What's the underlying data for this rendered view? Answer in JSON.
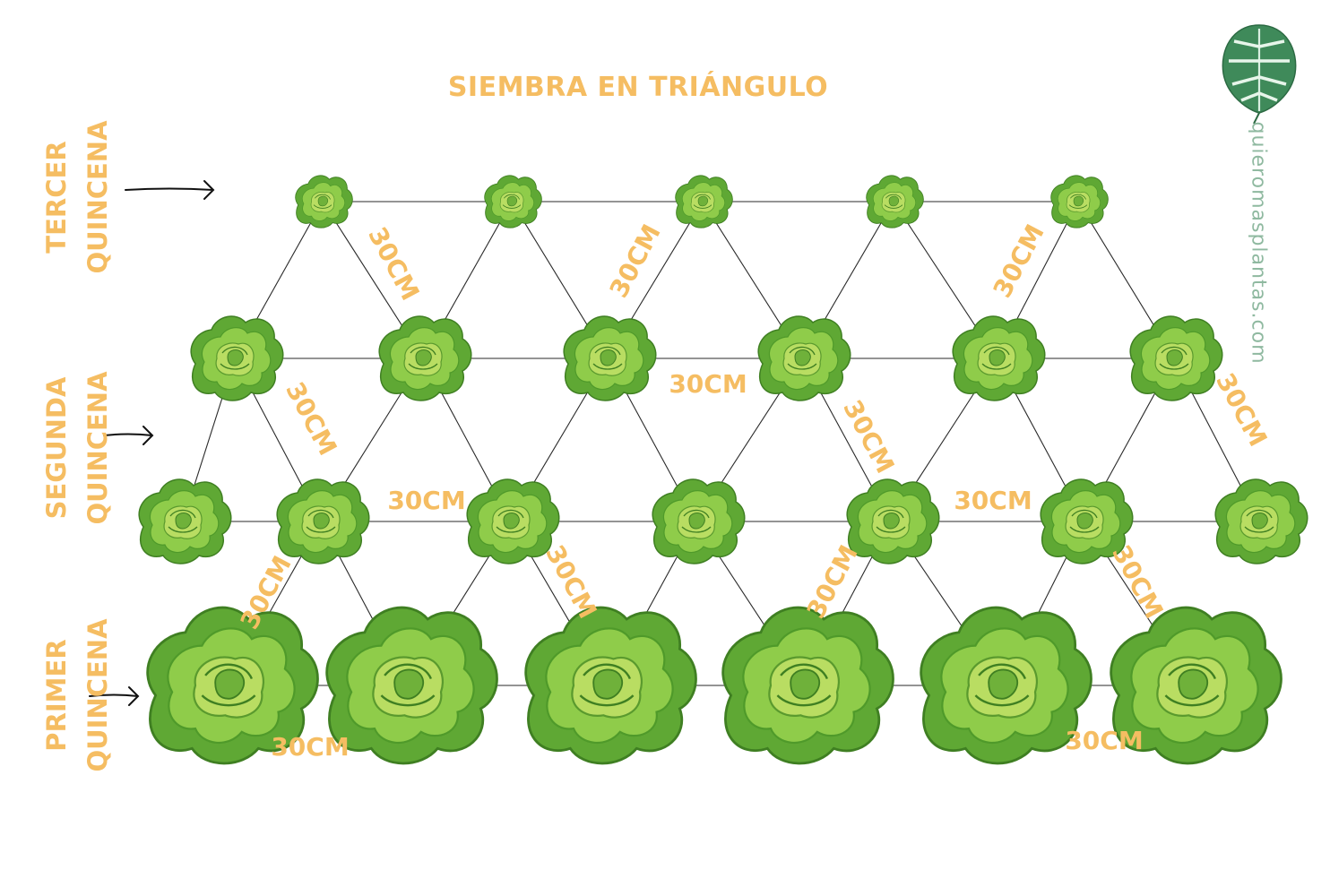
{
  "title": "SIEMBRA EN TRIÁNGULO",
  "brand": {
    "text": "quieromasplantas.com",
    "logo_icon": "monstera-leaf-icon"
  },
  "row_labels": [
    {
      "line1": "TERCER",
      "line2": "QUINCENA"
    },
    {
      "line1": "SEGUNDA",
      "line2": "QUINCENA"
    },
    {
      "line1": "PRIMER",
      "line2": "QUINCENA"
    }
  ],
  "distance_label": "30CM",
  "plant_icon": "lettuce-icon",
  "colors": {
    "accent": "#f5bd62",
    "plant_dark": "#4f9a2a",
    "plant_mid": "#7cc242",
    "plant_light": "#b5db5c",
    "brand": "#8fb9a0"
  }
}
